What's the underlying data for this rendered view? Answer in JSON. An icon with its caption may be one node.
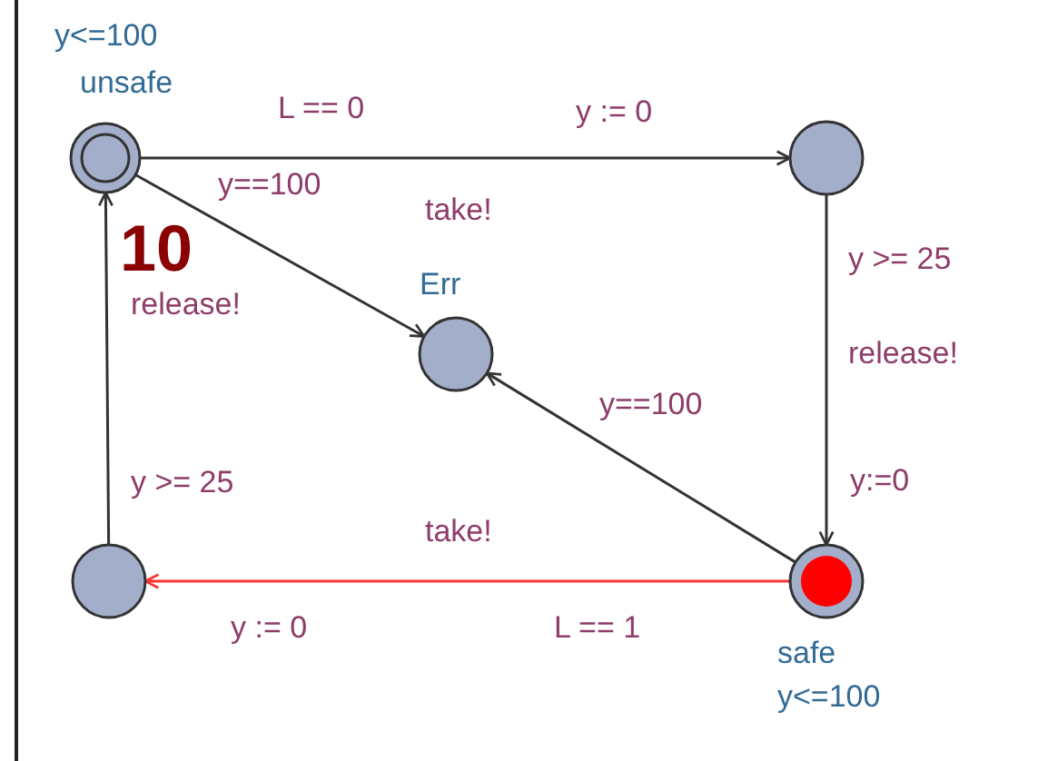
{
  "diagram": {
    "nodes": [
      {
        "text": [
          "y<=100",
          "unsafe"
        ]
      },
      {
        "text": [],
        "shape": "circle"
      },
      {
        "text": [
          "Err"
        ]
      },
      {
        "text": [
          "safe",
          "y<=100"
        ]
      },
      {
        "text": [],
        "shape": "circle"
      }
    ],
    "edges": [
      {
        "from": 0,
        "to": 1,
        "arrow": "to"
      },
      {
        "from": 1,
        "to": 3,
        "arrow": "to"
      },
      {
        "from": 0,
        "to": 2,
        "arrow": "to"
      },
      {
        "from": 3,
        "to": 2,
        "arrow": "to"
      },
      {
        "from": 3,
        "to": 4,
        "arrow": "to",
        "color": "#ff3333"
      },
      {
        "from": 4,
        "to": 0,
        "arrow": "to"
      }
    ],
    "labels": [
      "L == 0",
      "y := 0",
      "10",
      "take!",
      "y==100",
      "release!",
      "y >= 25",
      "release!",
      "y==100",
      "y:=0",
      "y >= 25",
      "take!",
      "y := 0",
      "L == 1"
    ]
  }
}
